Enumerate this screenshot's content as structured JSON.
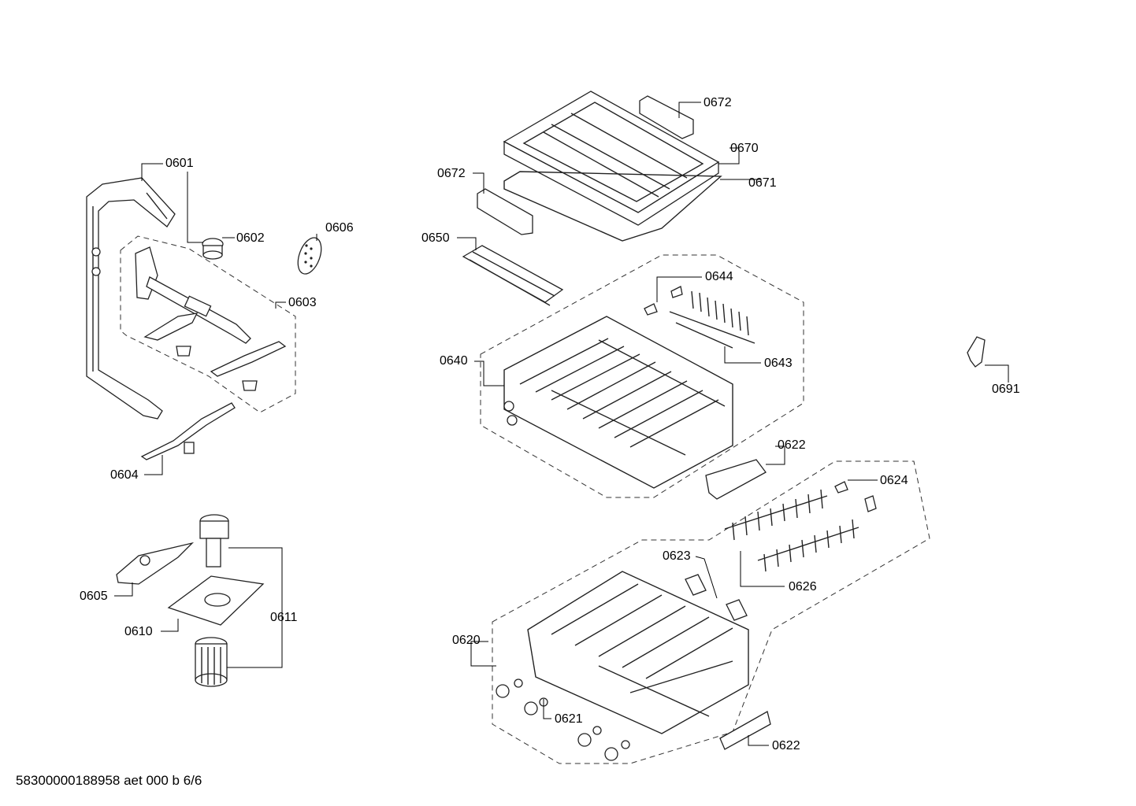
{
  "labels": {
    "l0601": "0601",
    "l0602": "0602",
    "l0603": "0603",
    "l0604": "0604",
    "l0605": "0605",
    "l0606": "0606",
    "l0610": "0610",
    "l0611": "0611",
    "l0620": "0620",
    "l0621": "0621",
    "l0622a": "0622",
    "l0622b": "0622",
    "l0623": "0623",
    "l0624": "0624",
    "l0626": "0626",
    "l0640": "0640",
    "l0643": "0643",
    "l0644": "0644",
    "l0650": "0650",
    "l0670": "0670",
    "l0671": "0671",
    "l0672a": "0672",
    "l0672b": "0672",
    "l0691": "0691"
  },
  "footer": "58300000188958 aet 000 b 6/6"
}
